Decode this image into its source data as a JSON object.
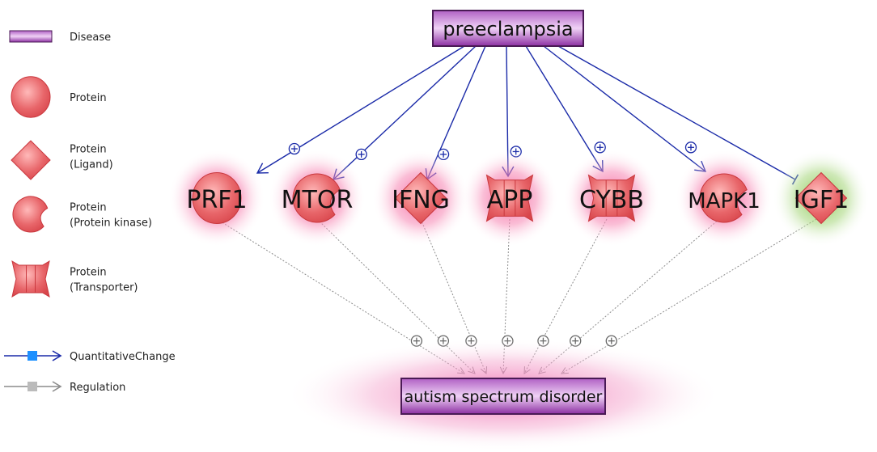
{
  "legend": {
    "items": [
      {
        "id": "disease",
        "label": [
          "Disease"
        ]
      },
      {
        "id": "protein",
        "label": [
          "Protein"
        ]
      },
      {
        "id": "ligand",
        "label": [
          "Protein",
          "(Ligand)"
        ]
      },
      {
        "id": "kinase",
        "label": [
          "Protein",
          "(Protein kinase)"
        ]
      },
      {
        "id": "transporter",
        "label": [
          "Protein",
          "(Transporter)"
        ]
      },
      {
        "id": "quantitative",
        "label": [
          "QuantitativeChange"
        ]
      },
      {
        "id": "regulation",
        "label": [
          "Regulation"
        ]
      }
    ]
  },
  "diseases": {
    "source": "preeclampsia",
    "target": "autism spectrum disorder"
  },
  "proteins": [
    {
      "id": "prf1",
      "label": "PRF1",
      "shape": "protein",
      "glow": "pink",
      "edge": "positive"
    },
    {
      "id": "mtor",
      "label": "MTOR",
      "shape": "kinase",
      "glow": "pink",
      "edge": "positive"
    },
    {
      "id": "ifng",
      "label": "IFNG",
      "shape": "ligand",
      "glow": "pink",
      "edge": "positive"
    },
    {
      "id": "app",
      "label": "APP",
      "shape": "transporter",
      "glow": "pink",
      "edge": "positive"
    },
    {
      "id": "cybb",
      "label": "CYBB",
      "shape": "transporter",
      "glow": "pink",
      "edge": "positive"
    },
    {
      "id": "mapk1",
      "label": "MAPK1",
      "shape": "kinase",
      "glow": "pink",
      "edge": "positive"
    },
    {
      "id": "igf1",
      "label": "IGF1",
      "shape": "ligand",
      "glow": "green",
      "edge": "inhibition"
    }
  ],
  "colors": {
    "disease_fill": "#9b3fb0",
    "disease_border": "#4a1a55",
    "protein_fill": "#e45a5e",
    "protein_glow": "#f46aa0",
    "inhibit_glow": "#8fcf55",
    "quantitative_edge": "#1a2aa8",
    "quantitative_node": "#1e90ff",
    "regulation_edge": "#8c8c8c",
    "regulation_node": "#bbbbbb"
  }
}
